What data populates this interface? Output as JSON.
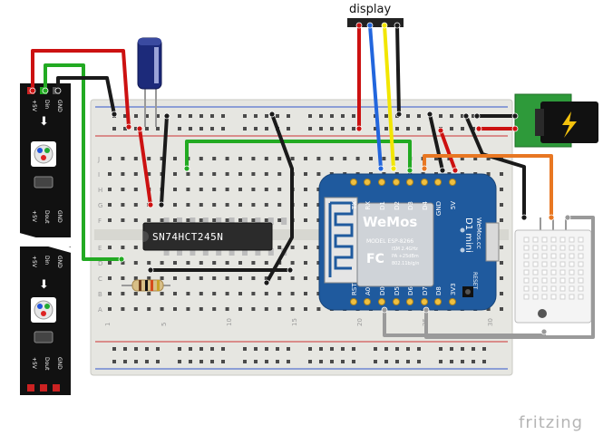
{
  "labels": {
    "display": "display",
    "chip": "SN74HCT245N",
    "watermark": "fritzing",
    "strip_top": [
      "+5V",
      "Din",
      "GND"
    ],
    "strip_mid_a": [
      "+5V",
      "Dout",
      "GND"
    ],
    "strip_mid_b": [
      "+5V",
      "Din",
      "GND"
    ],
    "strip_bottom": [
      "+5V",
      "Dout",
      "GND"
    ],
    "board_pins_top": [
      "TX",
      "RX",
      "D1",
      "D2",
      "D3",
      "D4",
      "GND",
      "5V"
    ],
    "board_pins_bottom": [
      "RST",
      "A0",
      "D0",
      "D5",
      "D6",
      "D7",
      "D8",
      "3V3"
    ],
    "board_brand": "WeMos",
    "board_model": "D1 mini",
    "board_model_brand": "WeMos.cc",
    "board_info": [
      "MODEL ESP-8266",
      "ISM 2.4GHz",
      "PA +25dBm",
      "802.11b/g/n"
    ],
    "board_fc": "FC",
    "board_reset": "RESET",
    "row_letters_top": [
      "J",
      "I",
      "H",
      "G",
      "F"
    ],
    "row_letters_bottom": [
      "E",
      "D",
      "C",
      "B",
      "A"
    ],
    "col_numbers": [
      "1",
      "5",
      "10",
      "15",
      "20",
      "25",
      "30"
    ]
  },
  "colors": {
    "wire_red": "#cc1111",
    "wire_black": "#1a1a1a",
    "wire_green": "#22aa22",
    "wire_blue": "#2266dd",
    "wire_yellow": "#f2e600",
    "wire_orange": "#e87722",
    "wire_grey": "#9a9a9a",
    "board_blue": "#1f5a9e",
    "breadboard": "#e7e7e2"
  }
}
